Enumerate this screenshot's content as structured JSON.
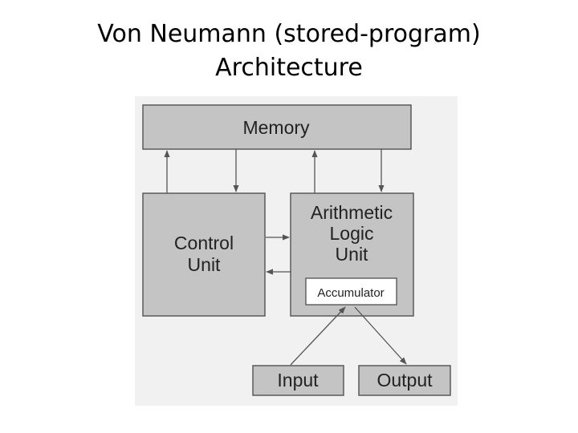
{
  "title": {
    "line1": "Von Neumann  (stored-program)",
    "line2": "Architecture"
  },
  "diagram": {
    "memory": "Memory",
    "control_unit": [
      "Control",
      "Unit"
    ],
    "alu": [
      "Arithmetic",
      "Logic",
      "Unit"
    ],
    "accumulator": "Accumulator",
    "input": "Input",
    "output": "Output"
  },
  "colors": {
    "box_fill": "#c4c4c4",
    "box_stroke": "#5a5a5a",
    "panel_background": "#f1f1f1",
    "arrow": "#555555"
  }
}
